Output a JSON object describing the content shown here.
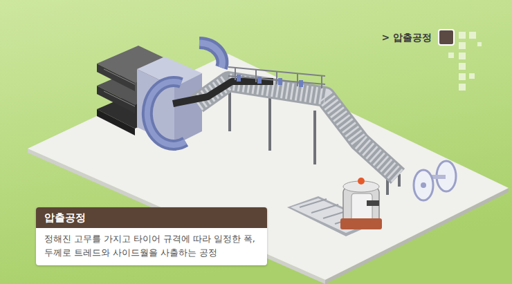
{
  "diagram": {
    "nodes": [
      {
        "text": [
          "압출공정",
          "정해진 고무를 가지고 타이어 규격에 따라 일정한 폭, 두께로 트레드와 사이드월을 사출하는 공정"
        ]
      }
    ],
    "labels": [
      "> 압출공정"
    ]
  }
}
